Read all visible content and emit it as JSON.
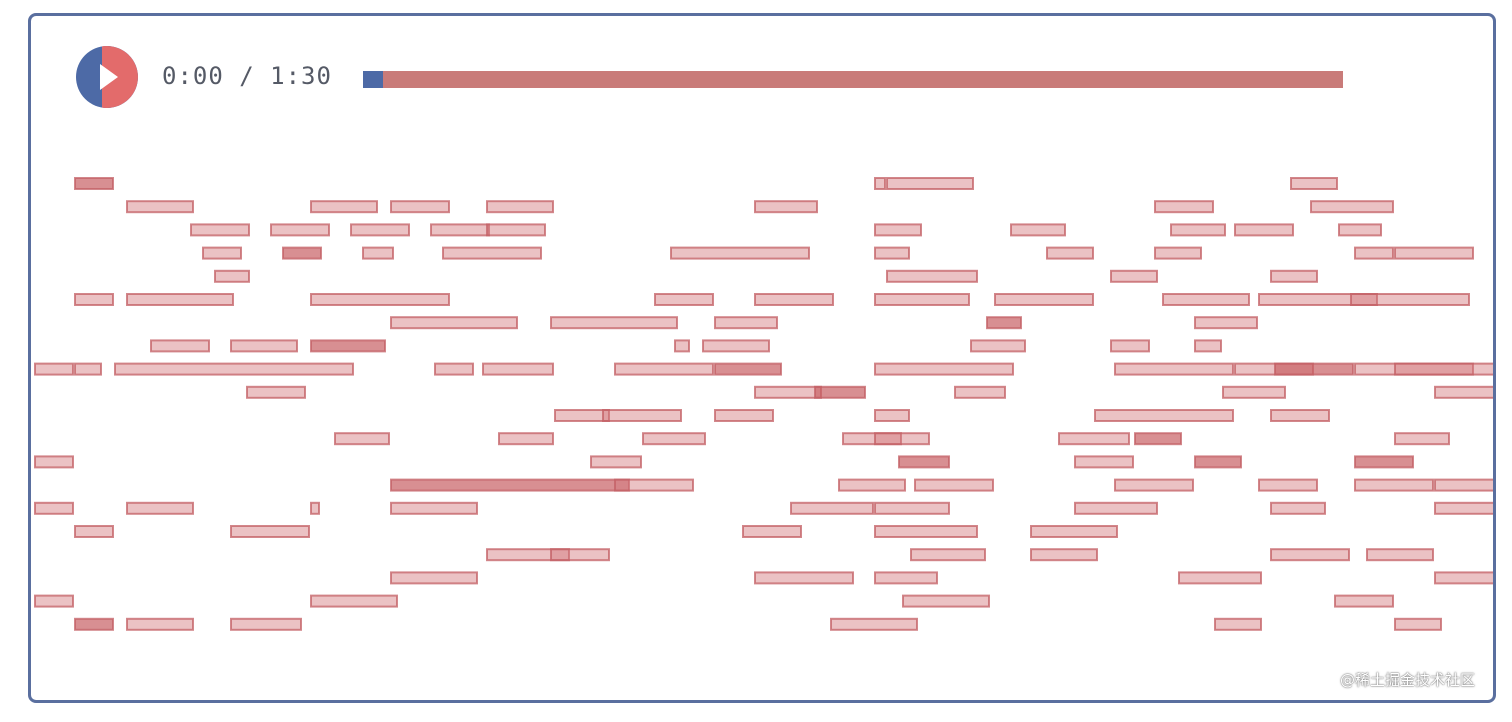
{
  "player": {
    "time_display": "0:00 / 1:30",
    "current": "0:00",
    "duration": "1:30",
    "progress_fraction": 0.02,
    "play_icon": "play-icon"
  },
  "colors": {
    "frame": "#5a6f9f",
    "accent_blue": "#4d6aa6",
    "accent_red": "#e36b6b",
    "track": "#c97b79",
    "note": "#d2787d"
  },
  "piano_roll": {
    "notes": [
      {
        "t": 0.0,
        "d": 1.0,
        "p": 0
      },
      {
        "t": 1.3,
        "d": 1.7,
        "p": 1
      },
      {
        "t": 5.9,
        "d": 1.7,
        "p": 1
      },
      {
        "t": 7.9,
        "d": 1.5,
        "p": 1
      },
      {
        "t": 10.3,
        "d": 1.7,
        "p": 1
      },
      {
        "t": 2.9,
        "d": 1.5,
        "p": 2
      },
      {
        "t": 4.9,
        "d": 1.5,
        "p": 2
      },
      {
        "t": 6.9,
        "d": 1.5,
        "p": 2
      },
      {
        "t": 8.9,
        "d": 1.5,
        "p": 2
      },
      {
        "t": 10.3,
        "d": 1.5,
        "p": 2
      },
      {
        "t": 3.2,
        "d": 1.0,
        "p": 3
      },
      {
        "t": 5.2,
        "d": 1.0,
        "p": 3
      },
      {
        "t": 7.2,
        "d": 0.8,
        "p": 3
      },
      {
        "t": 9.2,
        "d": 2.5,
        "p": 3
      },
      {
        "t": 3.5,
        "d": 0.9,
        "p": 4
      },
      {
        "t": 0.0,
        "d": 1.0,
        "p": 5
      },
      {
        "t": 1.3,
        "d": 2.7,
        "p": 5
      },
      {
        "t": 5.9,
        "d": 3.5,
        "p": 5
      },
      {
        "t": 7.9,
        "d": 3.2,
        "p": 6
      },
      {
        "t": 11.9,
        "d": 3.2,
        "p": 6
      },
      {
        "t": 1.9,
        "d": 1.5,
        "p": 7
      },
      {
        "t": 3.9,
        "d": 1.7,
        "p": 7
      },
      {
        "t": 5.9,
        "d": 1.9,
        "p": 7
      },
      {
        "t": -1.0,
        "d": 1.0,
        "p": 8
      },
      {
        "t": 0.0,
        "d": 0.7,
        "p": 8
      },
      {
        "t": 1.0,
        "d": 6.0,
        "p": 8
      },
      {
        "t": 9.0,
        "d": 1.0,
        "p": 8
      },
      {
        "t": 10.2,
        "d": 1.8,
        "p": 8
      },
      {
        "t": 4.3,
        "d": 1.5,
        "p": 9
      },
      {
        "t": 12.0,
        "d": 1.4,
        "p": 10
      },
      {
        "t": 6.5,
        "d": 1.4,
        "p": 11
      },
      {
        "t": 10.6,
        "d": 1.4,
        "p": 11
      },
      {
        "t": -1.0,
        "d": 1.0,
        "p": 12
      },
      {
        "t": 7.9,
        "d": 6.0,
        "p": 13
      },
      {
        "t": -1.0,
        "d": 1.0,
        "p": 14
      },
      {
        "t": 1.3,
        "d": 1.7,
        "p": 14
      },
      {
        "t": 5.9,
        "d": 0.2,
        "p": 14
      },
      {
        "t": 7.9,
        "d": 2.2,
        "p": 14
      },
      {
        "t": 0.0,
        "d": 1.0,
        "p": 15
      },
      {
        "t": 3.9,
        "d": 2.0,
        "p": 15
      },
      {
        "t": 10.3,
        "d": 2.1,
        "p": 16
      },
      {
        "t": 7.9,
        "d": 2.2,
        "p": 17
      },
      {
        "t": -1.0,
        "d": 1.0,
        "p": 18
      },
      {
        "t": 5.9,
        "d": 2.2,
        "p": 18
      },
      {
        "t": 0.0,
        "d": 1.0,
        "p": 19
      },
      {
        "t": 1.3,
        "d": 1.7,
        "p": 19
      },
      {
        "t": 3.9,
        "d": 1.8,
        "p": 19
      },
      {
        "t": 13.5,
        "d": 2.5,
        "p": 8
      },
      {
        "t": 14.5,
        "d": 1.5,
        "p": 5
      },
      {
        "t": 14.2,
        "d": 1.6,
        "p": 11
      },
      {
        "t": 13.5,
        "d": 2.0,
        "p": 13
      },
      {
        "t": 11.9,
        "d": 1.5,
        "p": 16
      },
      {
        "t": 13.2,
        "d": 2.0,
        "p": 10
      },
      {
        "t": 12.9,
        "d": 1.3,
        "p": 12
      },
      {
        "t": 14.9,
        "d": 3.5,
        "p": 3
      },
      {
        "t": 16.0,
        "d": 1.7,
        "p": 8
      },
      {
        "t": 16.7,
        "d": 1.5,
        "p": 15
      },
      {
        "t": 17.0,
        "d": 1.6,
        "p": 1
      },
      {
        "t": 17.0,
        "d": 2.0,
        "p": 5
      },
      {
        "t": 17.0,
        "d": 1.7,
        "p": 9
      },
      {
        "t": 16.0,
        "d": 1.6,
        "p": 6
      },
      {
        "t": 17.9,
        "d": 2.1,
        "p": 14
      },
      {
        "t": 15.0,
        "d": 0.4,
        "p": 7
      },
      {
        "t": 15.7,
        "d": 1.7,
        "p": 7
      },
      {
        "t": 16.0,
        "d": 1.5,
        "p": 10
      },
      {
        "t": 19.2,
        "d": 1.5,
        "p": 11
      },
      {
        "t": 18.5,
        "d": 1.3,
        "p": 9
      },
      {
        "t": 19.1,
        "d": 1.7,
        "p": 13
      },
      {
        "t": 18.9,
        "d": 2.2,
        "p": 19
      },
      {
        "t": 17.0,
        "d": 2.5,
        "p": 17
      },
      {
        "t": 20.0,
        "d": 1.2,
        "p": 2
      },
      {
        "t": 20.0,
        "d": 0.9,
        "p": 3
      },
      {
        "t": 20.3,
        "d": 2.3,
        "p": 4
      },
      {
        "t": 20.0,
        "d": 2.4,
        "p": 5
      },
      {
        "t": 20.0,
        "d": 3.5,
        "p": 8
      },
      {
        "t": 20.0,
        "d": 0.9,
        "p": 10
      },
      {
        "t": 20.0,
        "d": 1.4,
        "p": 11
      },
      {
        "t": 20.6,
        "d": 1.3,
        "p": 12
      },
      {
        "t": 21.0,
        "d": 2.0,
        "p": 13
      },
      {
        "t": 20.0,
        "d": 1.9,
        "p": 14
      },
      {
        "t": 20.0,
        "d": 2.6,
        "p": 15
      },
      {
        "t": 20.9,
        "d": 1.9,
        "p": 16
      },
      {
        "t": 20.0,
        "d": 1.6,
        "p": 17
      },
      {
        "t": 20.7,
        "d": 2.2,
        "p": 18
      },
      {
        "t": 20.0,
        "d": 0.3,
        "p": 0
      },
      {
        "t": 20.3,
        "d": 2.2,
        "p": 0
      },
      {
        "t": 22.4,
        "d": 1.4,
        "p": 7
      },
      {
        "t": 22.0,
        "d": 1.3,
        "p": 9
      },
      {
        "t": 22.8,
        "d": 0.9,
        "p": 6
      },
      {
        "t": 23.0,
        "d": 2.5,
        "p": 5
      },
      {
        "t": 23.4,
        "d": 1.4,
        "p": 2
      },
      {
        "t": 23.9,
        "d": 2.2,
        "p": 15
      },
      {
        "t": 24.3,
        "d": 1.2,
        "p": 3
      },
      {
        "t": 24.6,
        "d": 1.8,
        "p": 11
      },
      {
        "t": 23.9,
        "d": 1.7,
        "p": 16
      },
      {
        "t": 25.9,
        "d": 1.0,
        "p": 7
      },
      {
        "t": 25.0,
        "d": 1.5,
        "p": 12
      },
      {
        "t": 25.9,
        "d": 1.2,
        "p": 4
      },
      {
        "t": 25.0,
        "d": 2.1,
        "p": 14
      },
      {
        "t": 26.5,
        "d": 1.2,
        "p": 11
      },
      {
        "t": 26.0,
        "d": 3.0,
        "p": 8
      },
      {
        "t": 25.5,
        "d": 3.5,
        "p": 10
      },
      {
        "t": 26.0,
        "d": 2.0,
        "p": 13
      },
      {
        "t": 27.0,
        "d": 1.5,
        "p": 1
      },
      {
        "t": 27.4,
        "d": 1.4,
        "p": 2
      },
      {
        "t": 27.0,
        "d": 1.2,
        "p": 3
      },
      {
        "t": 27.6,
        "d": 2.1,
        "p": 17
      },
      {
        "t": 27.2,
        "d": 2.2,
        "p": 5
      },
      {
        "t": 28.0,
        "d": 1.6,
        "p": 6
      },
      {
        "t": 28.0,
        "d": 0.7,
        "p": 7
      },
      {
        "t": 28.0,
        "d": 1.2,
        "p": 12
      },
      {
        "t": 28.5,
        "d": 1.2,
        "p": 19
      },
      {
        "t": 29.0,
        "d": 2.0,
        "p": 8
      },
      {
        "t": 29.0,
        "d": 1.5,
        "p": 2
      },
      {
        "t": 28.7,
        "d": 1.6,
        "p": 9
      },
      {
        "t": 29.9,
        "d": 1.5,
        "p": 10
      },
      {
        "t": 29.9,
        "d": 1.2,
        "p": 4
      },
      {
        "t": 29.6,
        "d": 1.5,
        "p": 13
      },
      {
        "t": 29.9,
        "d": 1.4,
        "p": 14
      },
      {
        "t": 29.6,
        "d": 3.0,
        "p": 5
      },
      {
        "t": 29.9,
        "d": 2.0,
        "p": 16
      },
      {
        "t": 30.0,
        "d": 2.0,
        "p": 8
      },
      {
        "t": 30.4,
        "d": 1.2,
        "p": 0
      },
      {
        "t": 30.9,
        "d": 2.1,
        "p": 1
      },
      {
        "t": 31.6,
        "d": 1.1,
        "p": 2
      },
      {
        "t": 32.0,
        "d": 1.0,
        "p": 3
      },
      {
        "t": 31.9,
        "d": 3.0,
        "p": 5
      },
      {
        "t": 32.0,
        "d": 3.0,
        "p": 8
      },
      {
        "t": 32.0,
        "d": 2.0,
        "p": 13
      },
      {
        "t": 32.3,
        "d": 1.7,
        "p": 16
      },
      {
        "t": 33.0,
        "d": 1.4,
        "p": 11
      },
      {
        "t": 31.5,
        "d": 1.5,
        "p": 18
      },
      {
        "t": 32.0,
        "d": 1.5,
        "p": 12
      },
      {
        "t": 33.0,
        "d": 1.2,
        "p": 19
      },
      {
        "t": 34.0,
        "d": 1.8,
        "p": 9
      },
      {
        "t": 34.0,
        "d": 2.5,
        "p": 17
      },
      {
        "t": 33.0,
        "d": 4.5,
        "p": 8
      },
      {
        "t": 34.0,
        "d": 2.5,
        "p": 14
      },
      {
        "t": 34.0,
        "d": 3.0,
        "p": 13
      },
      {
        "t": 33.0,
        "d": 2.0,
        "p": 3
      }
    ]
  },
  "watermark": "@稀土掘金技术社区"
}
